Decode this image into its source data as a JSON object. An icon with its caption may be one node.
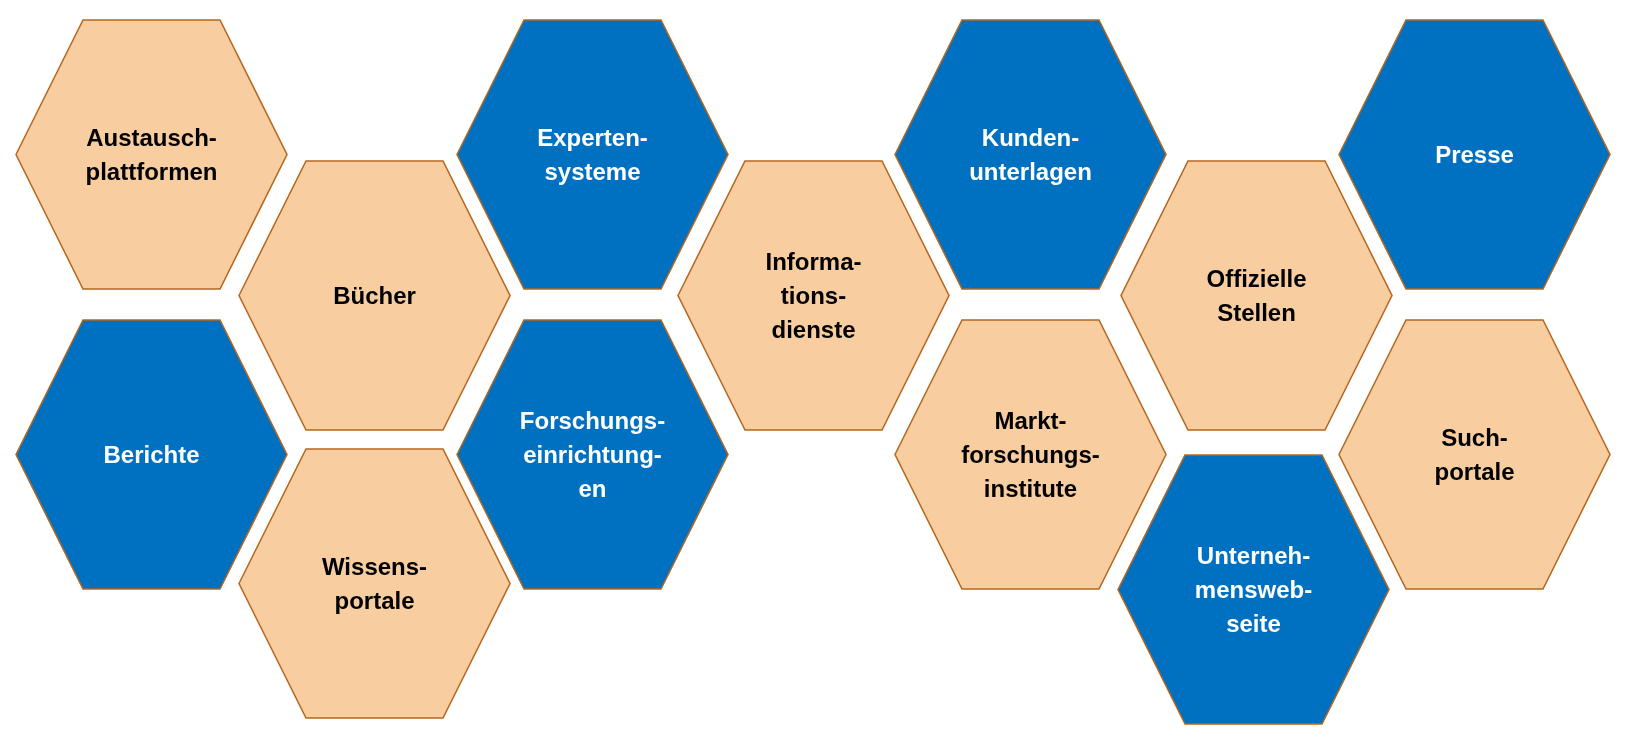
{
  "diagram": {
    "nodes": [
      {
        "text": [
          "Austausch- plattformen"
        ]
      },
      {
        "text": [
          "Berichte"
        ]
      },
      {
        "text": [
          "Bücher"
        ]
      },
      {
        "text": [
          "Wissens- portale"
        ]
      },
      {
        "text": [
          "Experten- systeme"
        ]
      },
      {
        "text": [
          "Forschungs- einrichtung- en"
        ]
      },
      {
        "text": [
          "Informa- tions- dienste"
        ]
      },
      {
        "text": [
          "Kunden- unterlagen"
        ]
      },
      {
        "text": [
          "Markt- forschungs- institute"
        ]
      },
      {
        "text": [
          "Offizielle Stellen"
        ]
      },
      {
        "text": [
          "Unterneh- mensweb- seite"
        ]
      },
      {
        "text": [
          "Presse"
        ]
      },
      {
        "text": [
          "Such- portale"
        ]
      }
    ],
    "edges": []
  }
}
